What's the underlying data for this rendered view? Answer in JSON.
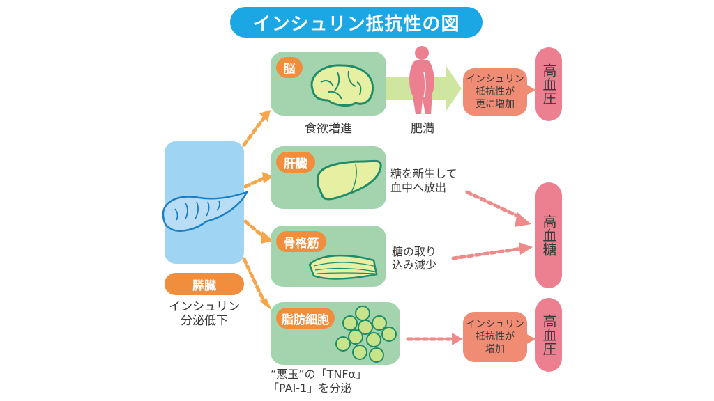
{
  "title": "インシュリン抵抗性の図",
  "pancreas": {
    "tag": "膵臓",
    "caption_line1": "インシュリン",
    "caption_line2": "分泌低下"
  },
  "brain": {
    "tag": "脳",
    "caption": "食欲増進",
    "obesity_caption": "肥満",
    "result_line1": "インシュリン",
    "result_line2": "抵抗性が",
    "result_line3": "更に増加",
    "outcome": "高血圧"
  },
  "liver": {
    "tag": "肝臓",
    "note_line1": "糖を新生して",
    "note_line2": "血中へ放出"
  },
  "muscle": {
    "tag": "骨格筋",
    "note_line1": "糖の取り",
    "note_line2": "込み減少"
  },
  "glucose_outcome": "高血糖",
  "fat": {
    "tag": "脂肪細胞",
    "note_line1": "“悪玉”の「TNFα」",
    "note_line2": "「PAI-1」を分泌",
    "result_line1": "インシュリン",
    "result_line2": "抵抗性が",
    "result_line3": "増加",
    "outcome": "高血圧"
  },
  "colors": {
    "title_bg": "#1aa7e3",
    "organ_box": "#a3d4ae",
    "pancreas_box": "#9fd5f2",
    "tag": "#f08e3e",
    "result_box": "#f08c74",
    "outcome_pill": "#ec8091",
    "arrow_orange": "#f5a54a",
    "arrow_pink": "#ef8a8a",
    "big_arrow": "#cfe6a0"
  }
}
